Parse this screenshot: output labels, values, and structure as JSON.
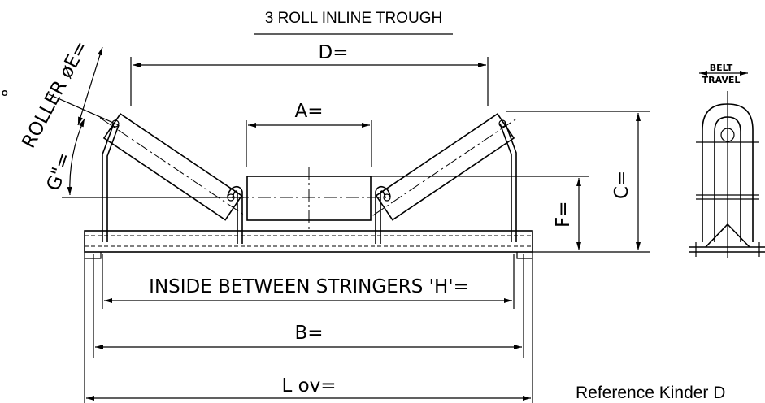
{
  "title": "3 ROLL INLINE TROUGH",
  "labels": {
    "d": "D=",
    "a": "A=",
    "c": "C=",
    "f": "F=",
    "g": "G\"=",
    "roller": "ROLLER øE=",
    "h": "INSIDE BETWEEN STRINGERS 'H'=",
    "b": "B=",
    "lov": "L ov=",
    "belt_travel_1": "BELT",
    "belt_travel_2": "TRAVEL",
    "side_fragment": "°",
    "reference": "Reference Kinder D"
  }
}
